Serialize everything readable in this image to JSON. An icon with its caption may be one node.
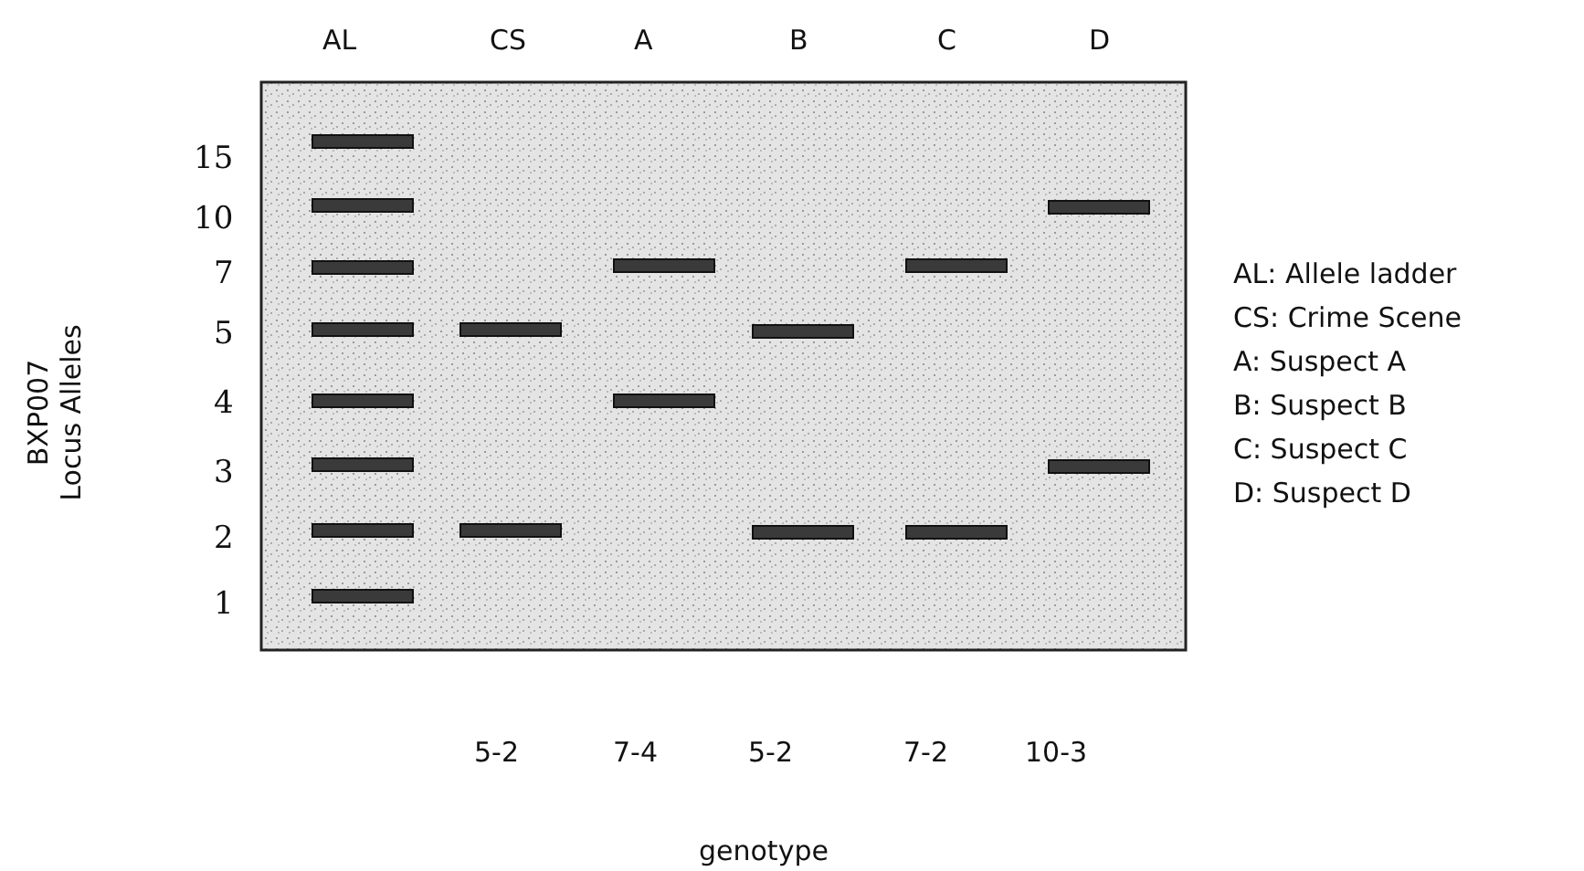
{
  "diagram": {
    "labels": [
      "AL",
      "CS",
      "A",
      "B",
      "C",
      "D",
      "15",
      "10",
      "7",
      "5",
      "4",
      "3",
      "2",
      "1",
      "BXP007 Locus Alleles",
      "AL: Allele ladder",
      "CS: Crime Scene",
      "A: Suspect A",
      "B: Suspect B",
      "C: Suspect C",
      "D: Suspect D",
      "5-2",
      "7-4",
      "5-2",
      "7-2",
      "10-3",
      "genotype"
    ]
  }
}
